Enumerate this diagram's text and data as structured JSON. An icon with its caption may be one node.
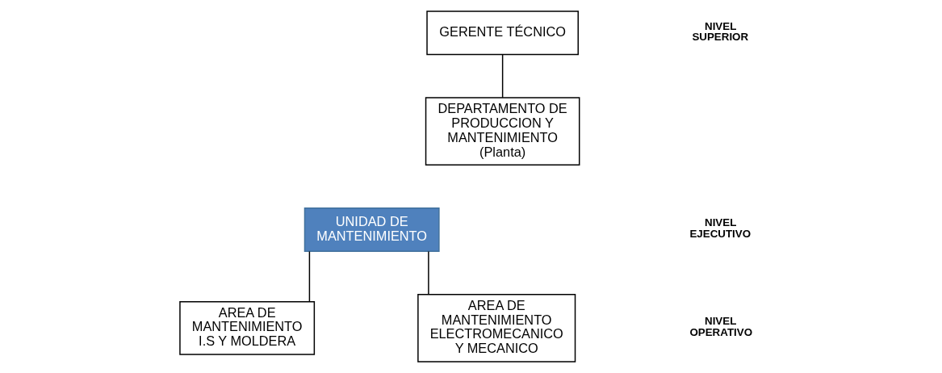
{
  "diagram": {
    "nodes": [
      {
        "text": [
          "GERENTE TÉCNICO"
        ]
      },
      {
        "text": [
          "DEPARTAMENTO DE PRODUCCION Y MANTENIMIENTO (Planta)"
        ]
      },
      {
        "text": [
          "UNIDAD DE MANTENIMIENTO"
        ]
      },
      {
        "text": [
          "AREA DE MANTENIMIENTO I.S Y MOLDERA"
        ]
      },
      {
        "text": [
          "AREA DE MANTENIMIENTO ELECTROMECANICO Y MECANICO"
        ]
      }
    ],
    "edges": [
      {
        "from": 0,
        "to": 1,
        "arrow": "none"
      },
      {
        "from": 2,
        "to": 3,
        "arrow": "none"
      },
      {
        "from": 2,
        "to": 4,
        "arrow": "none"
      }
    ],
    "labels": [
      "NIVEL SUPERIOR",
      "NIVEL EJECUTIVO",
      "NIVEL OPERATIVO"
    ]
  }
}
